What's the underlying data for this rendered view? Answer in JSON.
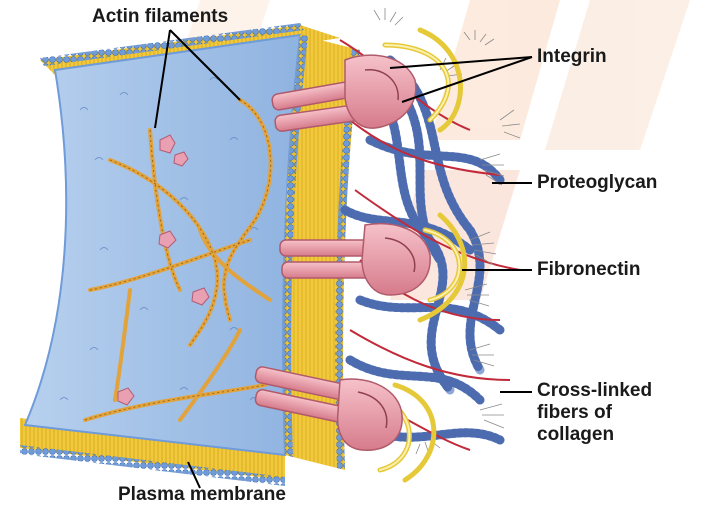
{
  "labels": {
    "actin": "Actin filaments",
    "integrin": "Integrin",
    "proteoglycan": "Proteoglycan",
    "fibronectin": "Fibronectin",
    "collagen_line1": "Cross-linked",
    "collagen_line2": "fibers of",
    "collagen_line3": "collagen",
    "membrane": "Plasma membrane"
  },
  "colors": {
    "cytoplasm": "#9fc0e6",
    "bilayer_tails": "#f1c93c",
    "lipid_heads": "#6f9bd8",
    "integrin": "#f0a5b0",
    "fibronectin": "#f3df7a",
    "collagen": "#8ea7d8",
    "proteoglycan_core": "#c22a3a",
    "background_watermark": "#f6c5a0"
  }
}
